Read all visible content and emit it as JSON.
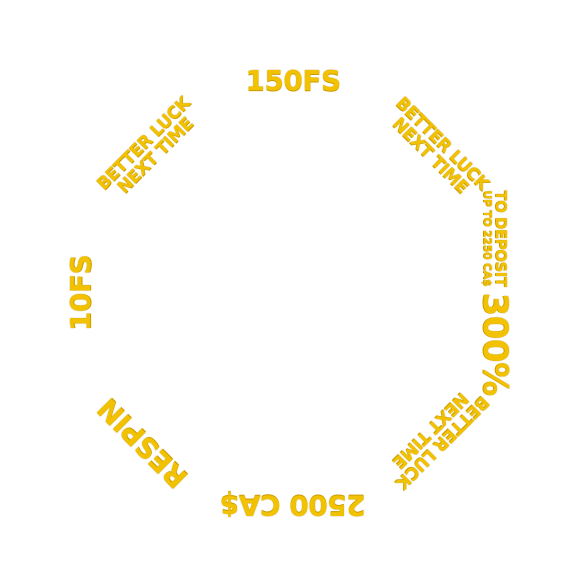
{
  "wheel": {
    "segments": [
      {
        "id": "150fs",
        "line1": "150FS"
      },
      {
        "id": "better-luck-1",
        "line1": "BETTER LUCK",
        "line2": "NEXT TIME"
      },
      {
        "id": "300-percent",
        "main": "300%",
        "sub1": "TO DEPOSIT",
        "sub2": "UP TO 2250 CA$"
      },
      {
        "id": "better-luck-2",
        "line1": "BETTER LUCK",
        "line2": "NEXT TIME"
      },
      {
        "id": "2500-cad",
        "line1": "2500 CA$"
      },
      {
        "id": "respin",
        "line1": "RESPIN"
      },
      {
        "id": "10fs",
        "line1": "10FS"
      },
      {
        "id": "better-luck-3",
        "line1": "BETTER LUCK",
        "line2": "NEXT TIME"
      }
    ],
    "text_color": "#f2c200",
    "background_color": "#ffffff"
  }
}
